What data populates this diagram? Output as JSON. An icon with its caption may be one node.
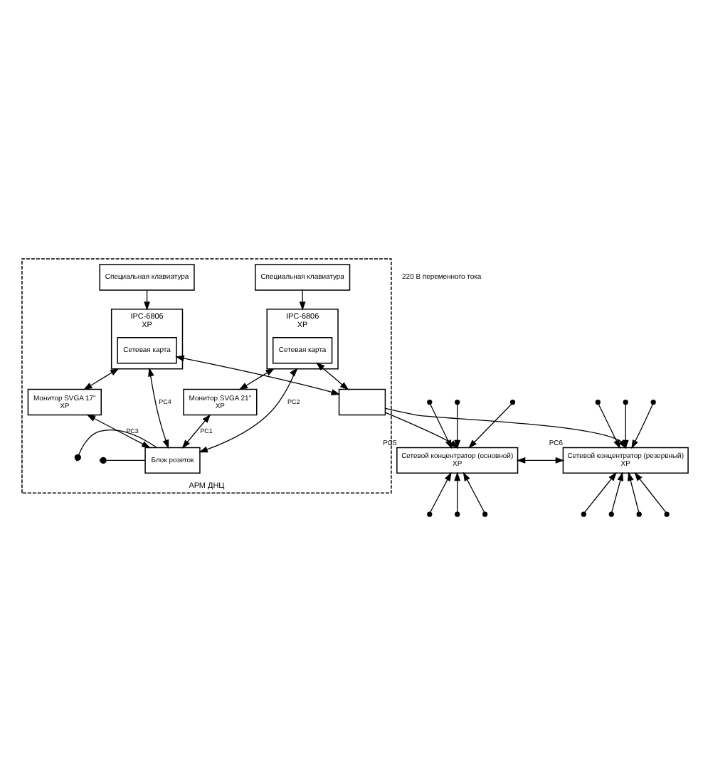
{
  "diagram": {
    "nodes": [
      {
        "text": [
          "АРМ ДНЦ"
        ]
      },
      {
        "text": [
          "Монитор SVGA 21\"",
          "XP"
        ],
        "in": 0
      },
      {
        "text": [
          "Специальная клавиатура"
        ],
        "in": 0
      },
      {
        "text": [
          "IPC-6806",
          "XP"
        ],
        "in": 0
      },
      {
        "text": [
          "Сетевая карта"
        ],
        "in": 3
      },
      {
        "text": [
          "Монитор SVGA 17\"",
          "XP"
        ],
        "in": 0
      },
      {
        "text": [
          "Специальная клавиатура"
        ],
        "in": 0
      },
      {
        "text": [
          "IPC-6806",
          "XP"
        ],
        "in": 0
      },
      {
        "text": [
          "Сетевая карта"
        ],
        "in": 7
      },
      {
        "text": [
          "Блок розеток"
        ],
        "in": 0
      },
      {
        "text": [],
        "shape": "box",
        "in": 0
      },
      {
        "text": [
          "Сетевой концентратор (основной)",
          "XP"
        ],
        "beside": [
          "PC5"
        ]
      },
      {
        "text": [
          "Сетевой концентратор (резервный)",
          "XP"
        ],
        "beside": [
          "PC6"
        ]
      }
    ],
    "edges": [
      {
        "from": 3,
        "to": 1,
        "arrow": "both"
      },
      {
        "from": 2,
        "to": 3,
        "arrow": "to"
      },
      {
        "from": 1,
        "to": 9,
        "arrow": "both",
        "label": "PC1"
      },
      {
        "from": 3,
        "to": 9,
        "arrow": "both",
        "label": "PC2"
      },
      {
        "from": 7,
        "to": 5,
        "arrow": "both"
      },
      {
        "from": 6,
        "to": 7,
        "arrow": "to"
      },
      {
        "from": 5,
        "to": 9,
        "arrow": "both",
        "label": "PC3"
      },
      {
        "from": 7,
        "to": 9,
        "arrow": "both",
        "label": "PC4"
      },
      {
        "from": 4,
        "to": 10,
        "arrow": "both"
      },
      {
        "from": 8,
        "to": 10,
        "arrow": "both"
      },
      {
        "from": null,
        "to": 9,
        "arrow": "other"
      },
      {
        "from": null,
        "to": 9,
        "arrow": "other"
      },
      {
        "from": 10,
        "to": 11,
        "arrow": "to"
      },
      {
        "from": 10,
        "to": 12,
        "arrow": "to"
      },
      {
        "from": 11,
        "to": 12,
        "arrow": "both"
      },
      {
        "from": null,
        "to": 11,
        "arrow": "to"
      },
      {
        "from": null,
        "to": 11,
        "arrow": "to"
      },
      {
        "from": null,
        "to": 11,
        "arrow": "to"
      },
      {
        "from": null,
        "to": 11,
        "arrow": "to"
      },
      {
        "from": null,
        "to": 11,
        "arrow": "to"
      },
      {
        "from": null,
        "to": 11,
        "arrow": "to"
      },
      {
        "from": null,
        "to": 12,
        "arrow": "to"
      },
      {
        "from": null,
        "to": 12,
        "arrow": "to"
      },
      {
        "from": null,
        "to": 12,
        "arrow": "to"
      },
      {
        "from": null,
        "to": 12,
        "arrow": "to"
      },
      {
        "from": null,
        "to": 12,
        "arrow": "to"
      },
      {
        "from": null,
        "to": 12,
        "arrow": "to"
      },
      {
        "from": null,
        "to": 12,
        "arrow": "to"
      }
    ],
    "labels": [
      "220 В переменного тока"
    ]
  }
}
